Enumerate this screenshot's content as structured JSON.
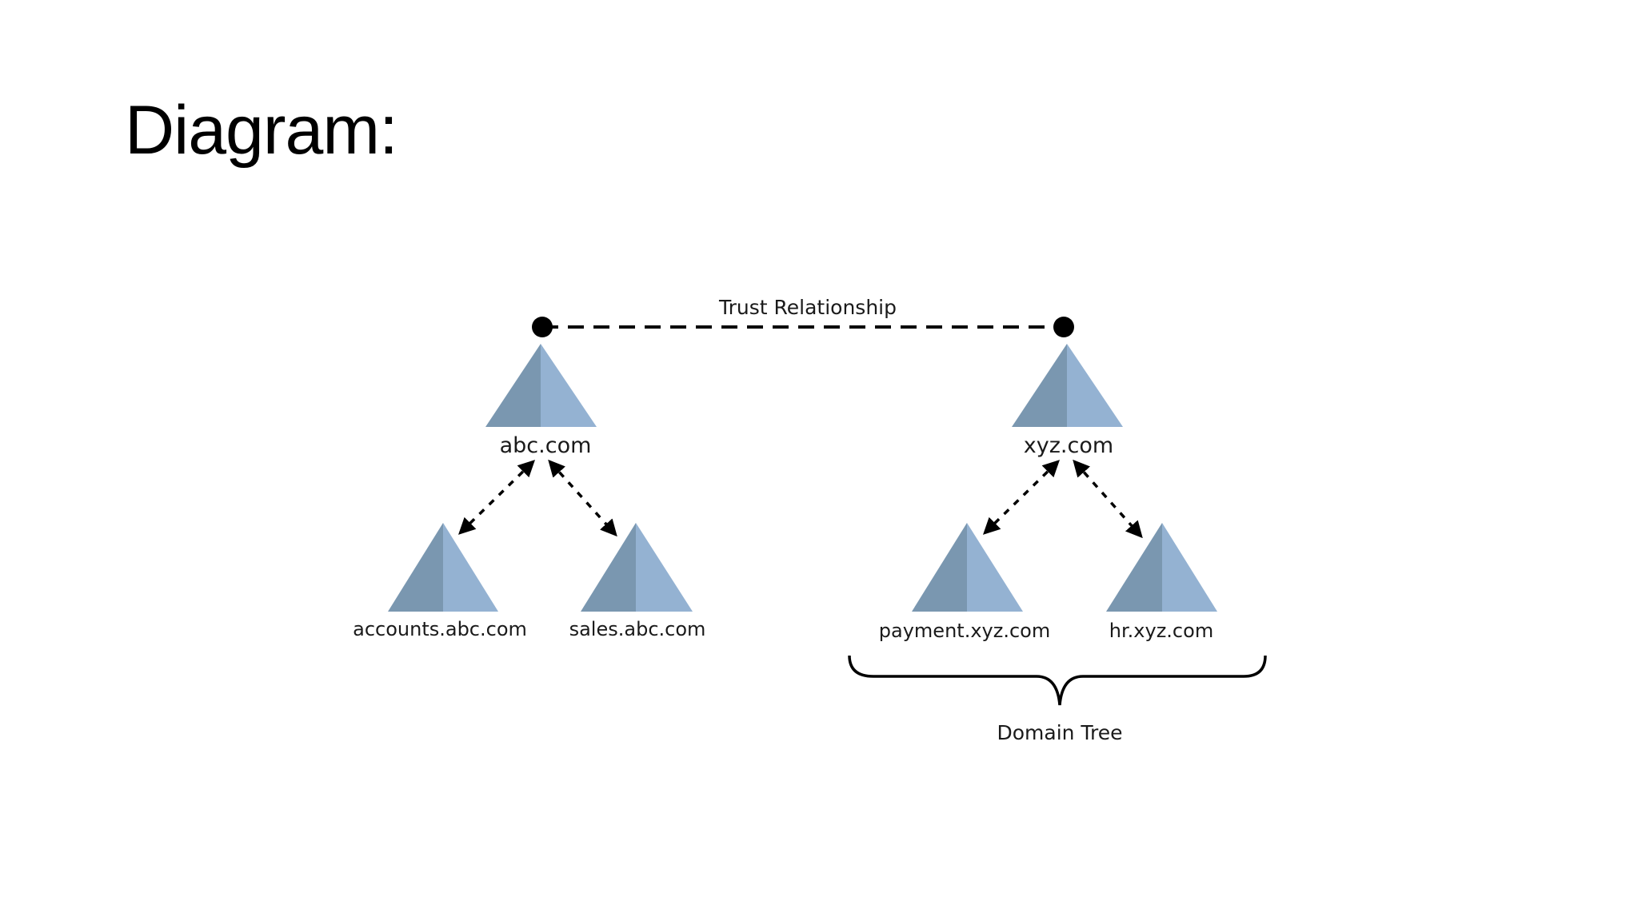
{
  "slide": {
    "title": "Diagram:"
  },
  "diagram": {
    "trust_label": "Trust Relationship",
    "domain_tree_label": "Domain Tree",
    "colors": {
      "triangle_dark": "#7a97b0",
      "triangle_light": "#94b2d2",
      "line": "#000000"
    },
    "forests": [
      {
        "root": "abc.com",
        "children": [
          "accounts.abc.com",
          "sales.abc.com"
        ]
      },
      {
        "root": "xyz.com",
        "children": [
          "payment.xyz.com",
          "hr.xyz.com"
        ]
      }
    ]
  }
}
